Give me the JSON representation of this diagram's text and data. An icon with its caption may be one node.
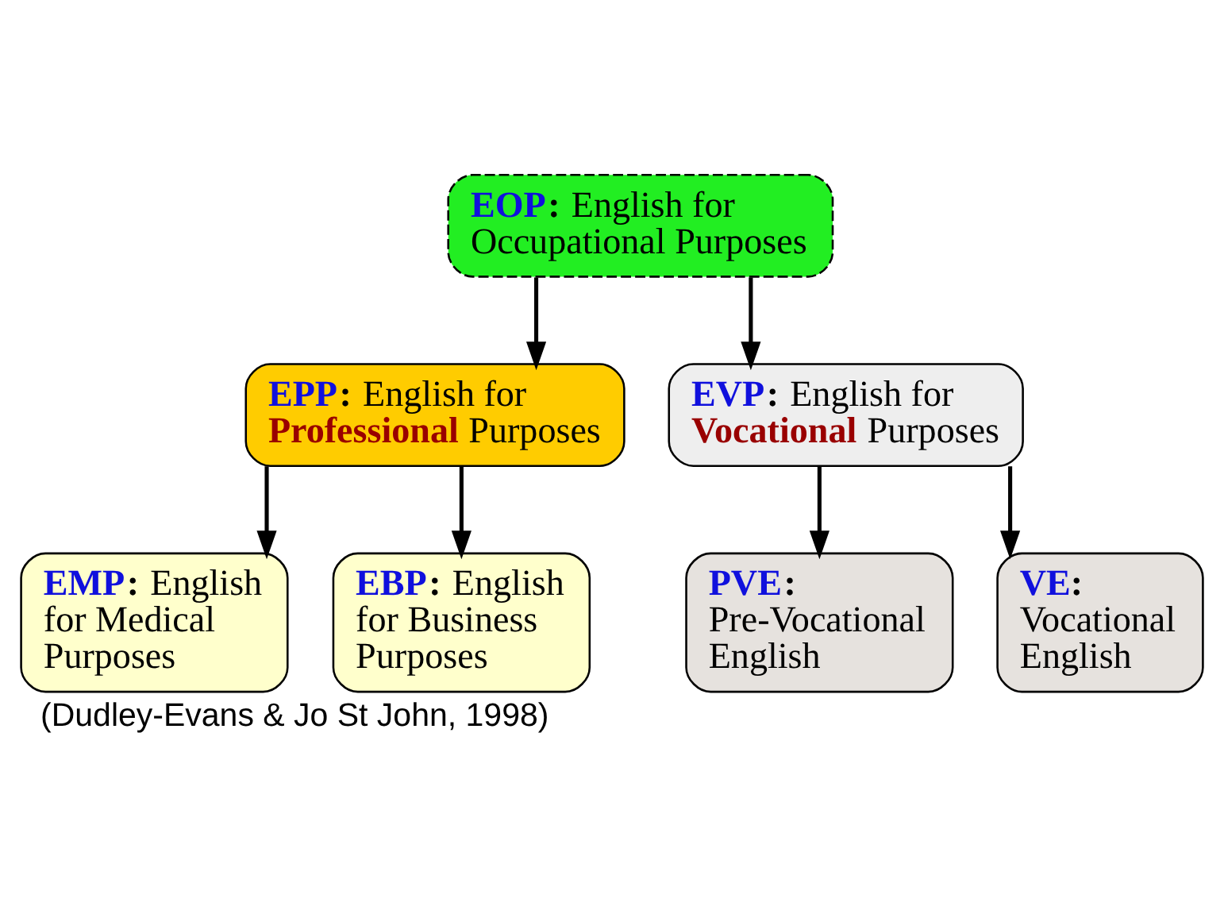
{
  "diagram": {
    "caption": "(Dudley-Evans & Jo St John, 1998)",
    "nodes": [
      {
        "text": [
          "**EOP:** English for Occupational Purposes"
        ]
      },
      {
        "text": [
          "**EPP:** English for **Professional** Purposes"
        ]
      },
      {
        "text": [
          "**EVP:** English for **Vocational** Purposes"
        ]
      },
      {
        "text": [
          "**EMP:** English for Medical Purposes"
        ]
      },
      {
        "text": [
          "**EBP:** English for Business Purposes"
        ]
      },
      {
        "text": [
          "**PVE:** Pre-Vocational English"
        ]
      },
      {
        "text": [
          "**VE:** Vocational English"
        ]
      }
    ],
    "edges": [
      {
        "from": 0,
        "to": 1,
        "arrow": "to"
      },
      {
        "from": 0,
        "to": 2,
        "arrow": "to"
      },
      {
        "from": 1,
        "to": 3,
        "arrow": "to"
      },
      {
        "from": 1,
        "to": 4,
        "arrow": "to"
      },
      {
        "from": 2,
        "to": 5,
        "arrow": "to"
      },
      {
        "from": 2,
        "to": 6,
        "arrow": "to"
      }
    ]
  }
}
